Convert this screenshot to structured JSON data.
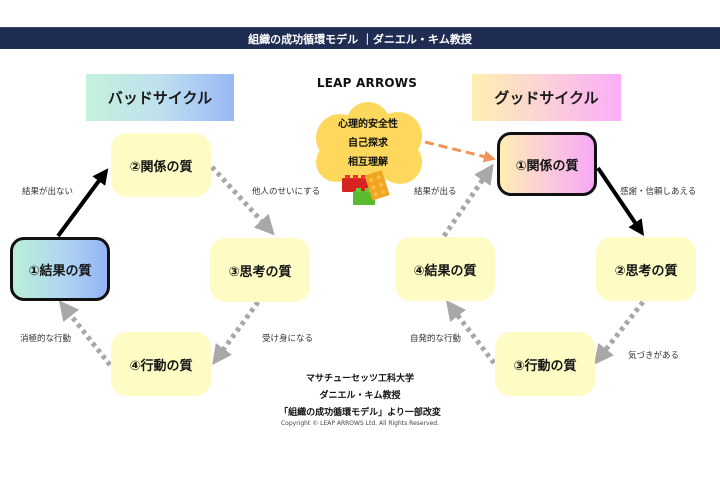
{
  "header": {
    "title": "組織の成功循環モデル ｜ダニエル・キム教授"
  },
  "brand": {
    "name": "LEAP ARROWS",
    "cloud_lines": [
      "心理的安全性",
      "自己探求",
      "相互理解"
    ],
    "icon": "toy-blocks-icon"
  },
  "bad_cycle": {
    "label": "バッドサイクル",
    "nodes": [
      {
        "label": "①結果の質",
        "highlight": true
      },
      {
        "label": "②関係の質",
        "highlight": false
      },
      {
        "label": "③思考の質",
        "highlight": false
      },
      {
        "label": "④行動の質",
        "highlight": false
      }
    ],
    "edges": [
      {
        "from": "①結果の質",
        "to": "②関係の質",
        "label": "結果が出ない",
        "style": "solid"
      },
      {
        "from": "②関係の質",
        "to": "③思考の質",
        "label": "他人のせいにする",
        "style": "dotted"
      },
      {
        "from": "③思考の質",
        "to": "④行動の質",
        "label": "受け身になる",
        "style": "dotted"
      },
      {
        "from": "④行動の質",
        "to": "①結果の質",
        "label": "消極的な行動",
        "style": "dotted"
      }
    ]
  },
  "good_cycle": {
    "label": "グッドサイクル",
    "nodes": [
      {
        "label": "①関係の質",
        "highlight": true
      },
      {
        "label": "②思考の質",
        "highlight": false
      },
      {
        "label": "③行動の質",
        "highlight": false
      },
      {
        "label": "④結果の質",
        "highlight": false
      }
    ],
    "edges": [
      {
        "from": "①関係の質",
        "to": "②思考の質",
        "label": "感謝・信頼しあえる",
        "style": "solid"
      },
      {
        "from": "②思考の質",
        "to": "③行動の質",
        "label": "気づきがある",
        "style": "dotted"
      },
      {
        "from": "③行動の質",
        "to": "④結果の質",
        "label": "自発的な行動",
        "style": "dotted"
      },
      {
        "from": "④結果の質",
        "to": "①関係の質",
        "label": "結果が出る",
        "style": "dotted"
      }
    ]
  },
  "credits": {
    "lines": [
      "マサチューセッツ工科大学",
      "ダニエル・キム教授",
      "「組織の成功循環モデル」より一部改変"
    ],
    "copyright": "Copyright © LEAP ARROWS Ltd. All Rights Reserved."
  },
  "colors": {
    "header_bg": "#1f2d52",
    "node_fill": "#fefbc4",
    "dotted_arrow": "#a8a8a8",
    "solid_arrow": "#000000",
    "dashed_arrow": "#f0945a",
    "cloud": "#fdd85c"
  }
}
